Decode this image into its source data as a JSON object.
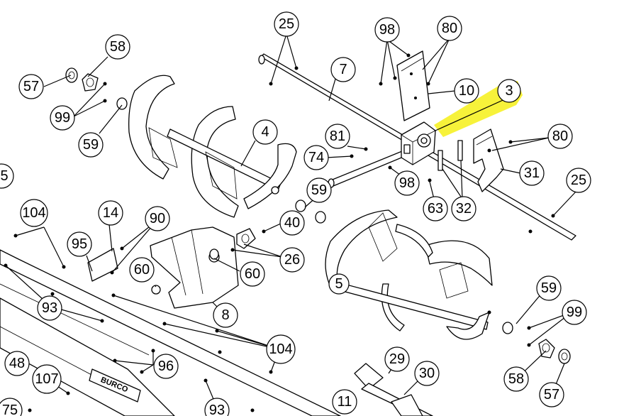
{
  "callouts": {
    "c25a": "25",
    "c98a": "98",
    "c80a": "80",
    "c58a": "58",
    "c57a": "57",
    "c7": "7",
    "c10": "10",
    "c3": "3",
    "c99a": "99",
    "c59a": "59",
    "c4": "4",
    "c81": "81",
    "c74": "74",
    "c80b": "80",
    "c31": "31",
    "c5": "5",
    "c98b": "98",
    "c59b": "59",
    "c25b": "25",
    "c63": "63",
    "c32": "32",
    "c104a": "104",
    "c14": "14",
    "c90": "90",
    "c95": "95",
    "c40": "40",
    "c26": "26",
    "c60a": "60",
    "c60b": "60",
    "c5b": "5",
    "c93a": "93",
    "c8": "8",
    "c59c": "59",
    "c99b": "99",
    "c104b": "104",
    "c96": "96",
    "c48": "48",
    "c107": "107",
    "c75": "75",
    "c93b": "93",
    "c11": "11",
    "c29": "29",
    "c30": "30",
    "c58b": "58",
    "c57b": "57"
  },
  "brand_decal": "BURCO",
  "highlight_color": "#f7f23a"
}
